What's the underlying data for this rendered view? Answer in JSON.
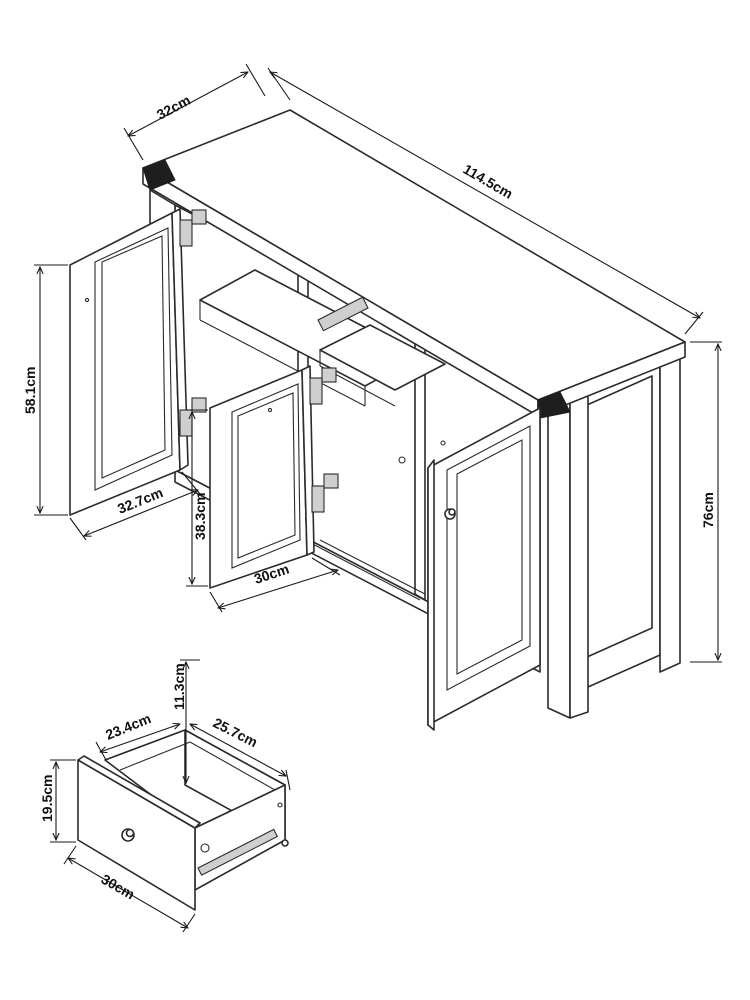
{
  "dimensions": {
    "depth": "32cm",
    "width": "114.5cm",
    "height": "76cm",
    "door_height": "58.1cm",
    "door_width_left": "32.7cm",
    "inner_shelf_height": "38.3cm",
    "inner_shelf_width": "30cm",
    "drawer_inner_width": "23.4cm",
    "drawer_inner_depth": "25.7cm",
    "drawer_inner_height": "11.3cm",
    "drawer_front_height": "19.5cm",
    "drawer_front_width": "30cm"
  },
  "colors": {
    "line": "#2b2b2b",
    "top_band": "#1e1e1e",
    "hardware": "#cfcfcf"
  }
}
